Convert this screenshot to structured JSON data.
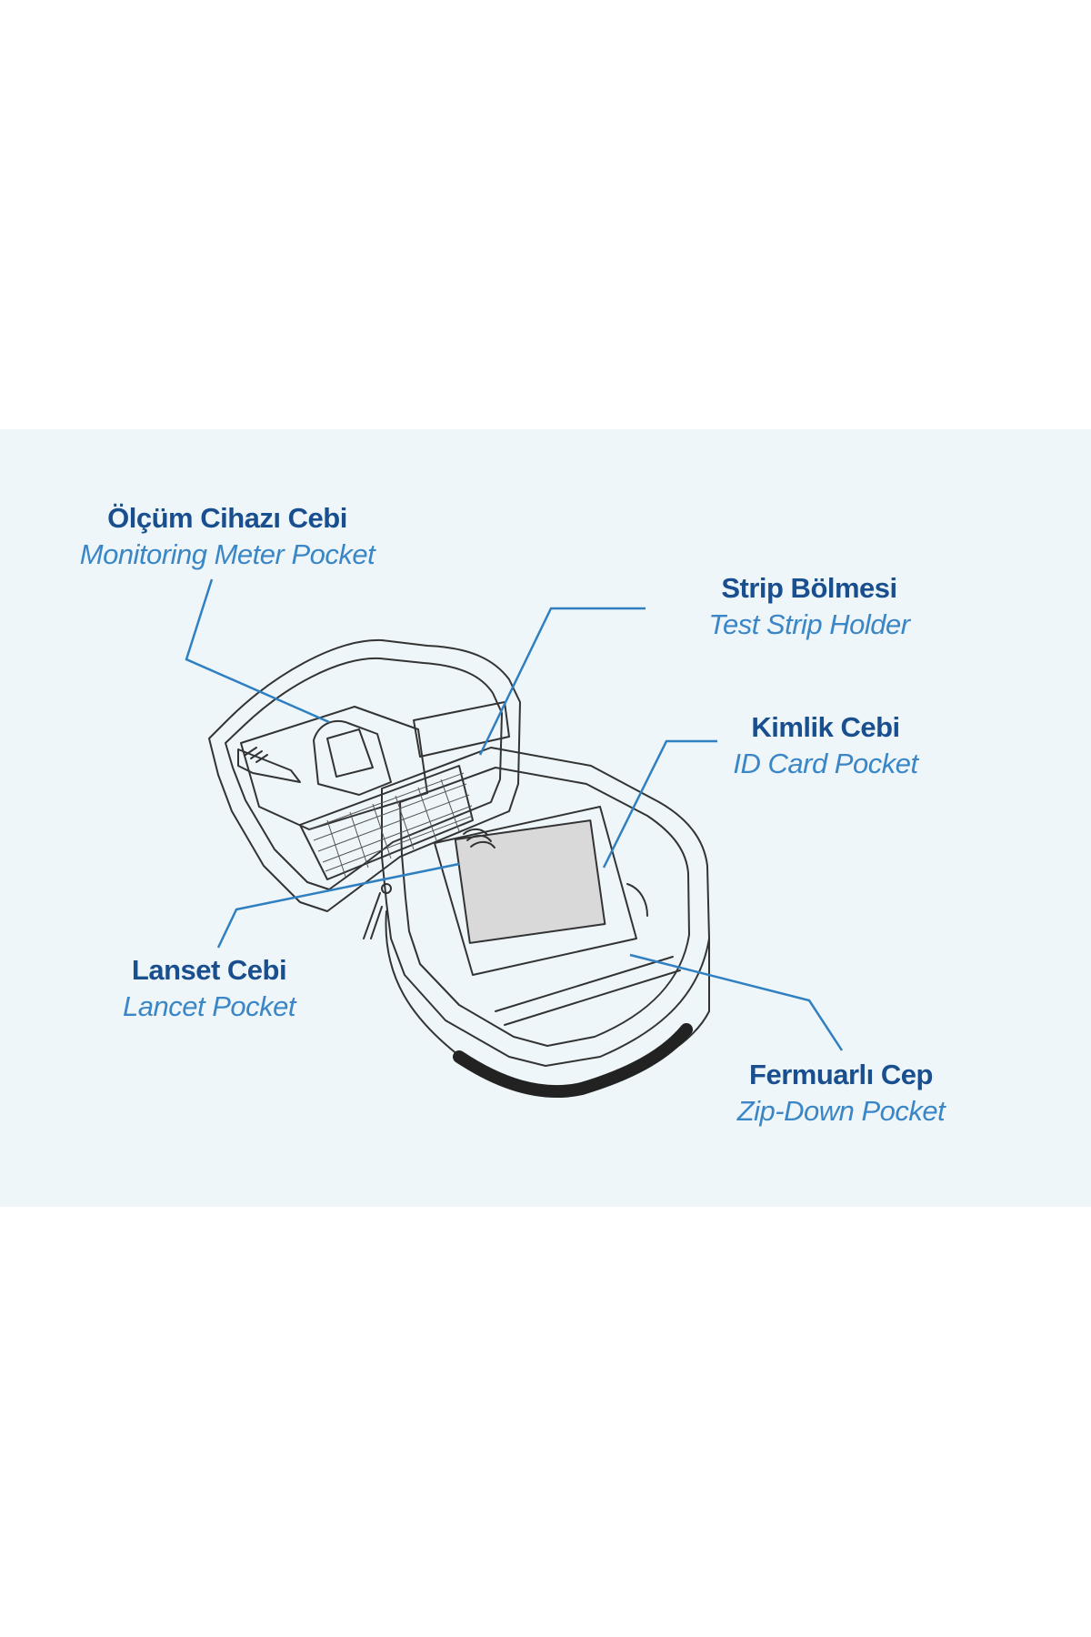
{
  "labels": {
    "meter": {
      "tr": "Ölçüm Cihazı Cebi",
      "en": "Monitoring Meter Pocket"
    },
    "strip": {
      "tr": "Strip Bölmesi",
      "en": "Test Strip Holder"
    },
    "id": {
      "tr": "Kimlik Cebi",
      "en": "ID Card Pocket"
    },
    "lancet": {
      "tr": "Lanset Cebi",
      "en": "Lancet Pocket"
    },
    "zip": {
      "tr": "Fermuarlı Cep",
      "en": "Zip-Down Pocket"
    }
  },
  "colors": {
    "panel": "#eef6f9",
    "title": "#1a4f8f",
    "subtitle": "#3a86c6",
    "leader": "#2f7fc1",
    "outline": "#333333"
  }
}
